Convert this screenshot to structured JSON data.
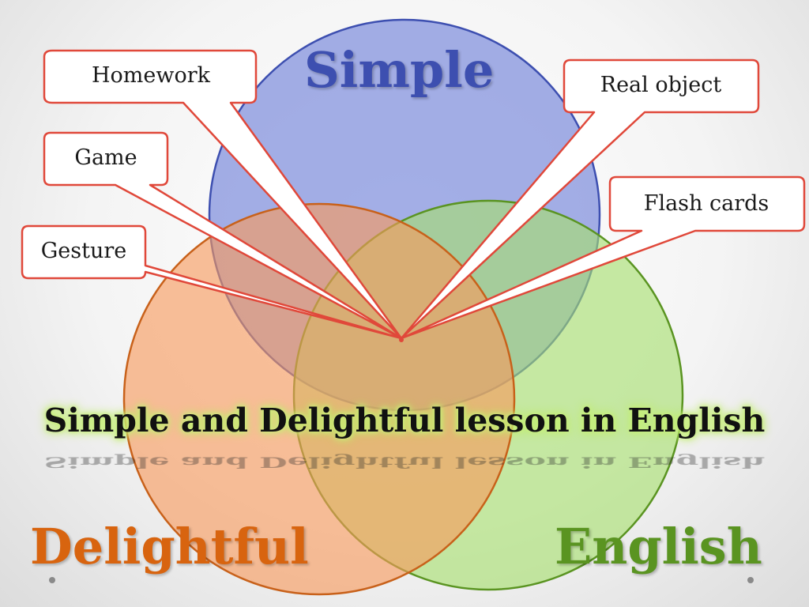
{
  "sets": [
    {
      "id": "simple",
      "label": "Simple",
      "color": "#7f8fdc"
    },
    {
      "id": "delightful",
      "label": "Delightful",
      "color": "#f79a5c"
    },
    {
      "id": "english",
      "label": "English",
      "color": "#a6de6e"
    }
  ],
  "callouts": [
    {
      "id": "homework",
      "text": "Homework"
    },
    {
      "id": "game",
      "text": "Game"
    },
    {
      "id": "gesture",
      "text": "Gesture"
    },
    {
      "id": "real-object",
      "text": "Real object"
    },
    {
      "id": "flash-cards",
      "text": "Flash cards"
    }
  ],
  "center_caption": "Simple and Delightful lesson in English",
  "colors": {
    "simple_fill": "#7f8fdc",
    "simple_stroke": "#3d4fb0",
    "delightful_fill": "#f79a5c",
    "delightful_stroke": "#c8611a",
    "english_fill": "#a6de6e",
    "english_stroke": "#5a9421",
    "callout_border": "#e0483a",
    "caption_glow": "#c8f07a"
  }
}
